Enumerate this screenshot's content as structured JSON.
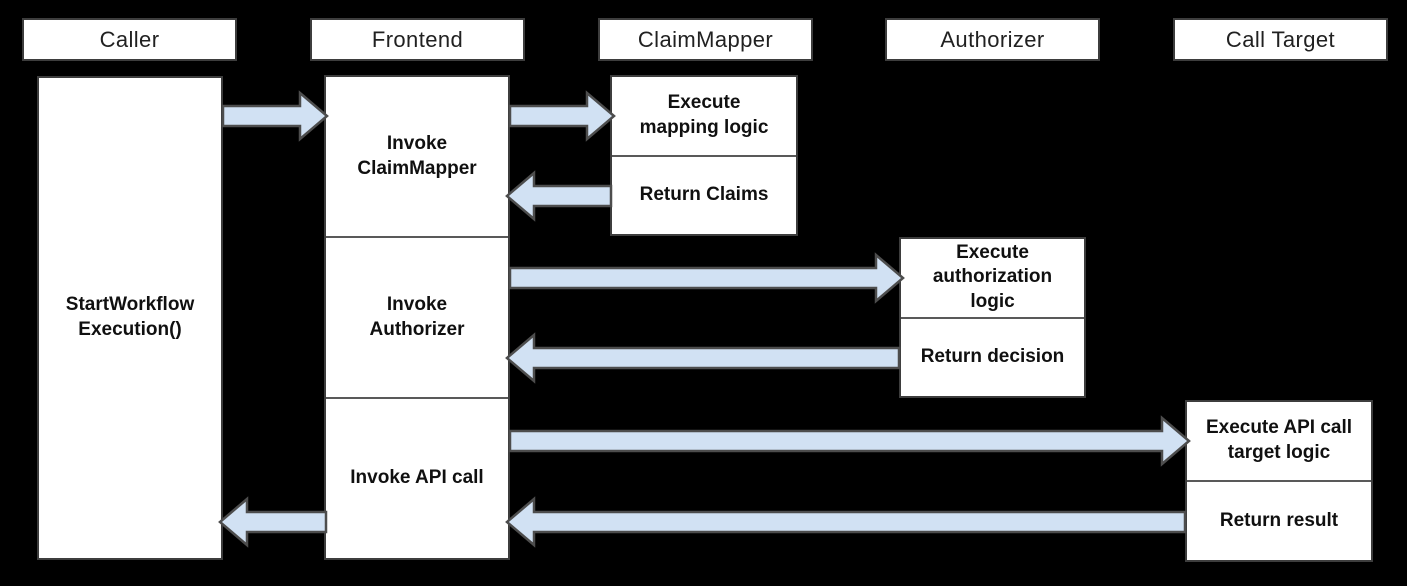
{
  "diagram": {
    "type": "sequence-workflow",
    "colors": {
      "background": "#000000",
      "box_fill": "#ffffff",
      "box_border": "#3d3d3d",
      "segment_divider": "#595959",
      "arrow_fill": "#d1e1f3",
      "arrow_stroke": "#4d4d4d"
    },
    "actors": [
      {
        "label": "Caller"
      },
      {
        "label": "Frontend"
      },
      {
        "label": "ClaimMapper"
      },
      {
        "label": "Authorizer"
      },
      {
        "label": "Call Target"
      }
    ],
    "activations": [
      {
        "actor": "Caller",
        "segments": [
          "StartWorkflow\nExecution()"
        ]
      },
      {
        "actor": "Frontend",
        "segments": [
          "Invoke\nClaimMapper",
          "Invoke\nAuthorizer",
          "Invoke API call"
        ]
      },
      {
        "actor": "ClaimMapper",
        "segments": [
          "Execute\nmapping logic",
          "Return Claims"
        ]
      },
      {
        "actor": "Authorizer",
        "segments": [
          "Execute\nauthorization\nlogic",
          "Return decision"
        ]
      },
      {
        "actor": "Call Target",
        "segments": [
          "Execute API call\ntarget logic",
          "Return result"
        ]
      }
    ],
    "messages": [
      {
        "from": "Caller",
        "to": "Frontend",
        "direction": "right"
      },
      {
        "from": "Frontend",
        "to": "ClaimMapper",
        "direction": "right"
      },
      {
        "from": "ClaimMapper",
        "to": "Frontend",
        "direction": "left"
      },
      {
        "from": "Frontend",
        "to": "Authorizer",
        "direction": "right"
      },
      {
        "from": "Authorizer",
        "to": "Frontend",
        "direction": "left"
      },
      {
        "from": "Frontend",
        "to": "Call Target",
        "direction": "right"
      },
      {
        "from": "Call Target",
        "to": "Frontend",
        "direction": "left"
      },
      {
        "from": "Frontend",
        "to": "Caller",
        "direction": "left"
      }
    ]
  }
}
